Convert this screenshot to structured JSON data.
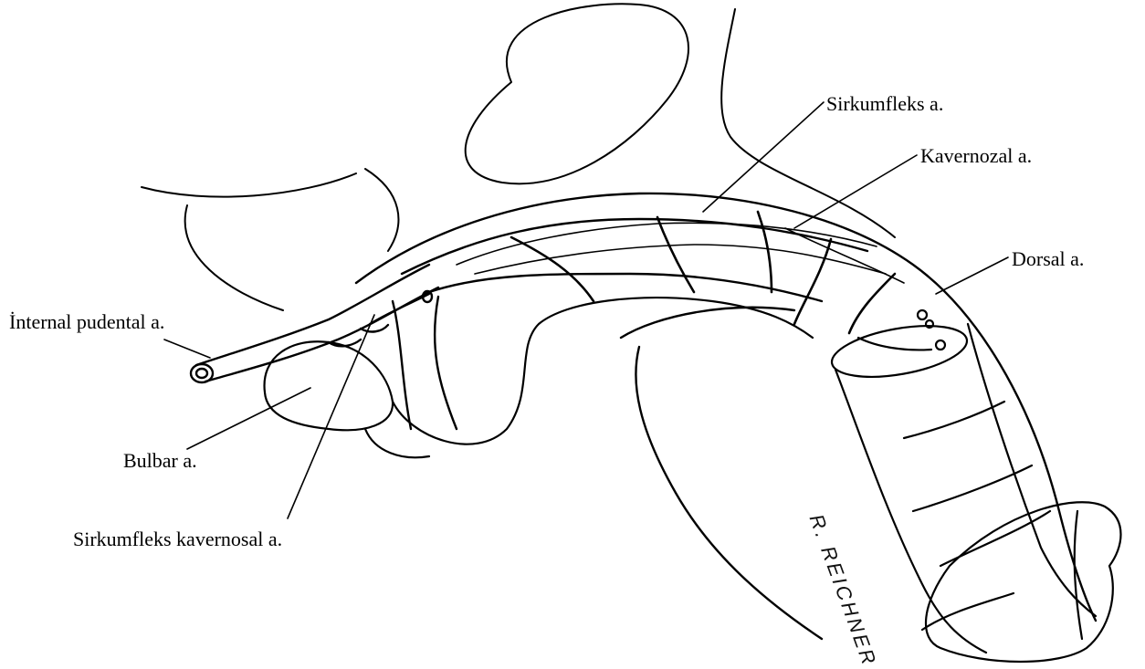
{
  "figure": {
    "labels": {
      "sirkumfleks": "Sirkumfleks a.",
      "kavernozal": "Kavernozal a.",
      "dorsal": "Dorsal a.",
      "internal_pudental": "İnternal pudental a.",
      "bulbar": "Bulbar a.",
      "sirkumfleks_kavernosal": "Sirkumfleks kavernosal a."
    },
    "signature": "R. REICHNER"
  },
  "colors": {
    "ink": "#000000",
    "background": "#ffffff"
  }
}
